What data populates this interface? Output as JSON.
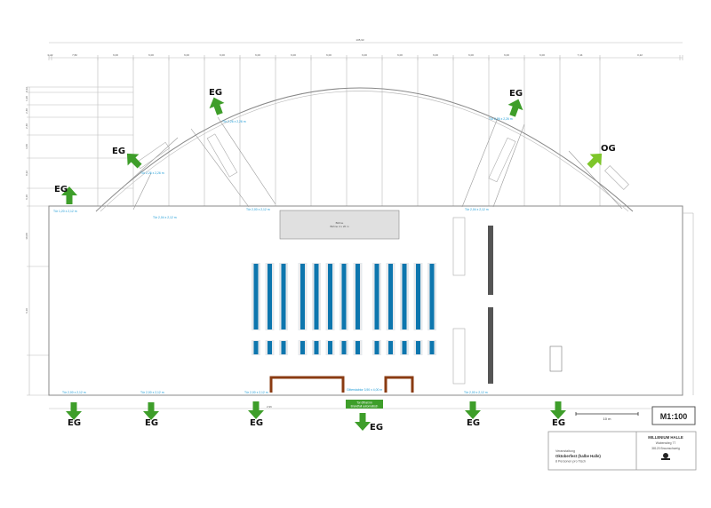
{
  "dimensions": {
    "total": "105,93",
    "segments": [
      "0,22",
      "7,82",
      "6,00",
      "6,00",
      "6,00",
      "6,00",
      "6,00",
      "6,00",
      "6,00",
      "6,00",
      "6,00",
      "6,00",
      "6,00",
      "6,00",
      "6,00",
      "7,44",
      "0,22"
    ],
    "left_side": [
      "0,22",
      "1,20",
      "2,40",
      "2,40",
      "3,60",
      "0,22",
      "6,10",
      "10,08",
      "6,10"
    ],
    "bottom": "2,96"
  },
  "stage": {
    "title": "Bühne",
    "subtitle": "Bühne 4 x 20 m"
  },
  "doors": {
    "d1": "Tür 1,20 x 2,12 m",
    "d2": "Tür 2,26 x 2,26 m",
    "d3": "Tür 2,26 x 2,26 m",
    "d4": "Tür 2,04 x 2,12 m",
    "d5": "Tür 2,00 x 2,12 m",
    "d6": "Tür 2,26 x 2,26 m",
    "d7": "Tür 2,04 x 2,12 m",
    "b1": "Tür 2,00 x 2,12 m",
    "b2": "Tür 2,00 x 2,12 m",
    "b3": "Tür 2,00 x 2,12 m",
    "b4": "Gitterstabtor 3,90 x 4,00 m",
    "b5": "Tür 2,00 x 2,12 m"
  },
  "gate_notice": [
    "Tor öffnet im",
    "Brandfall automatisch"
  ],
  "exits": {
    "eg": "EG",
    "og": "OG"
  },
  "seating": {
    "groups": [
      3,
      5,
      5
    ]
  },
  "scale_bar": "10 m",
  "scale": "M1:100",
  "title_block": {
    "event_label": "Veranstaltung",
    "event_name": "Oktoberfest (halbe Halle)",
    "seating_note": "8 Personen pro Tisch",
    "venue": "MILLENIUM HALLE",
    "street": "Wabenstieg 77",
    "city": "38120 Braunschweig"
  },
  "colors": {
    "exit_green": "#3e9e2a",
    "og_green": "#7ec62a",
    "table_blue": "#0d76ae",
    "frame_brown": "#8a3b12",
    "door_text": "#1a9ad6"
  }
}
